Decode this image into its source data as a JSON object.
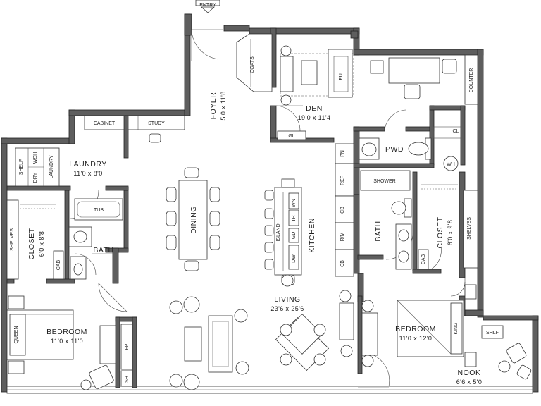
{
  "entry": "ENTRY",
  "rooms": {
    "foyer": {
      "name": "FOYER",
      "size": "5'0 x 11'8"
    },
    "den": {
      "name": "DEN",
      "size": "19'0 x 11'4"
    },
    "laundry": {
      "name": "LAUNDRY",
      "size": "11'0 x 8'0"
    },
    "dining": {
      "name": "DINING"
    },
    "kitchen": {
      "name": "KITCHEN"
    },
    "living": {
      "name": "LIVING",
      "size": "23'6 x 25'6"
    },
    "bath_left": {
      "name": "BATH"
    },
    "bath_right": {
      "name": "BATH"
    },
    "closet_left": {
      "name": "CLOSET",
      "size": "6'0 x 8'8"
    },
    "closet_right": {
      "name": "CLOSET",
      "size": "6'0 x 9'8"
    },
    "bedroom_left": {
      "name": "BEDROOM",
      "size": "11'0 x 11'0"
    },
    "bedroom_right": {
      "name": "BEDROOM",
      "size": "11'0 x 12'0"
    },
    "pwd": {
      "name": "PWD"
    },
    "nook": {
      "name": "NOOK",
      "size": "6'6 x 5'0"
    }
  },
  "fixtures": {
    "coats": "COATS",
    "full": "FULL",
    "counter": "COUNTER",
    "cl": "CL",
    "wh": "WH",
    "gl": "GL",
    "cabinet": "CABINET",
    "study": "STUDY",
    "shelf": "SHELF",
    "wsh": "WSH",
    "dry": "DRY",
    "laundry_cab": "LAUNDRY",
    "tub": "TUB",
    "shelves_left": "SHELVES",
    "shelves_right": "SHELVES",
    "cab_left": "CAB",
    "cab_right": "CAB",
    "queen": "QUEEN",
    "king": "KING",
    "fp": "FP",
    "sh": "SH",
    "shlf": "SHLF",
    "pn": "PN",
    "ref": "REF",
    "cb1": "CB",
    "cb2": "CB",
    "rm": "R/M",
    "island": "ISLAND",
    "tr": "TR",
    "wn": "WN",
    "gd": "GD",
    "dw": "DW",
    "shower": "SHOWER"
  }
}
